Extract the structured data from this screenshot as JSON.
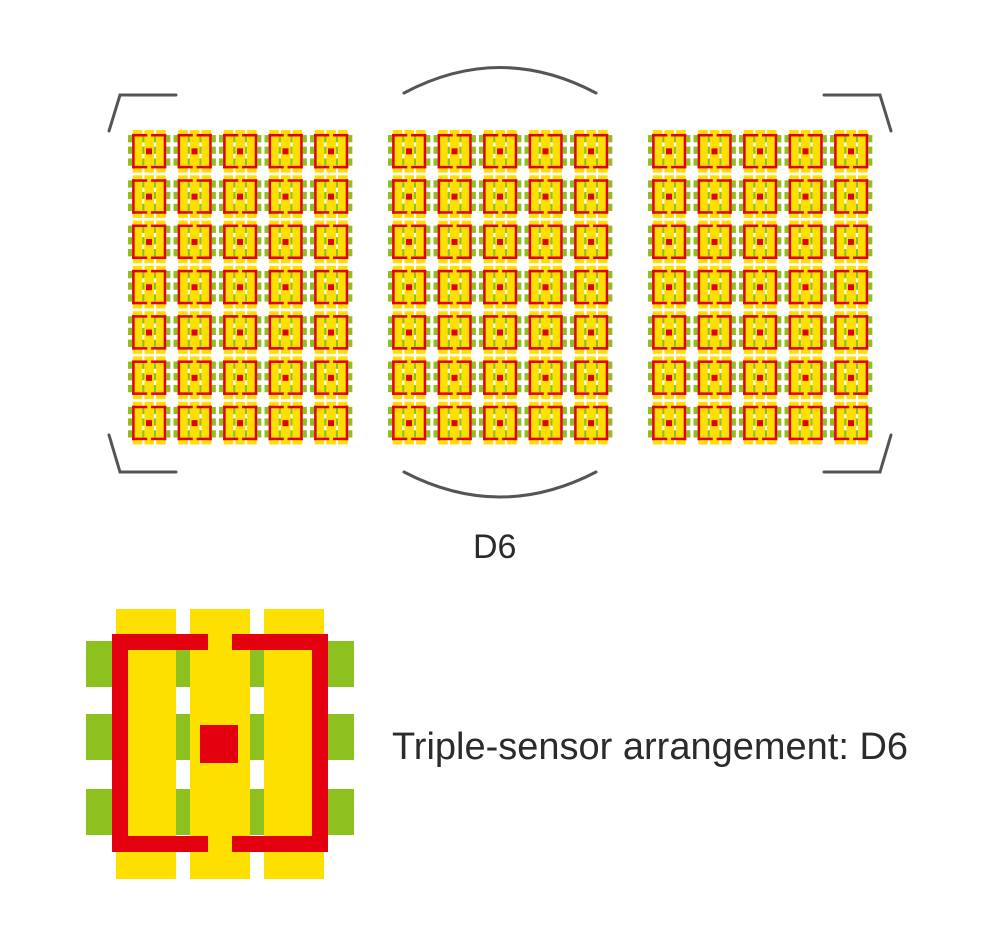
{
  "diagram": {
    "name": "D6",
    "caption": "Triple-sensor arrangement: D6"
  },
  "grid": {
    "sensor_count": 3,
    "columns": 5,
    "rows": 7
  },
  "colors": {
    "green": "#8cc120",
    "yellow": "#fde000",
    "red": "#e3000f",
    "frame": "#555555",
    "text": "#2b2b2b"
  }
}
